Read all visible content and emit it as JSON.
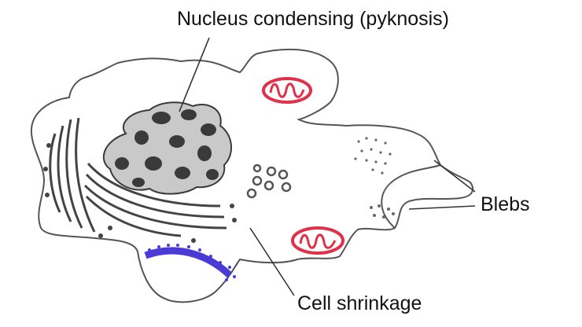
{
  "labels": {
    "nucleus": "Nucleus condensing (pyknosis)",
    "blebs": "Blebs",
    "cell_shrinkage": "Cell shrinkage"
  },
  "colors": {
    "outline": "#555555",
    "mitochondria": "#e0304a",
    "rough_er": "#4a3bd6",
    "chromatin_dark": "#3a3a3a",
    "nucleus_fill": "#c9c9c9",
    "golgi": "#444444",
    "vesicles": "#555555"
  },
  "icons": [
    "cell-outline",
    "nucleus",
    "golgi-stack",
    "mitochondrion",
    "rough-er",
    "vesicle-cluster"
  ]
}
